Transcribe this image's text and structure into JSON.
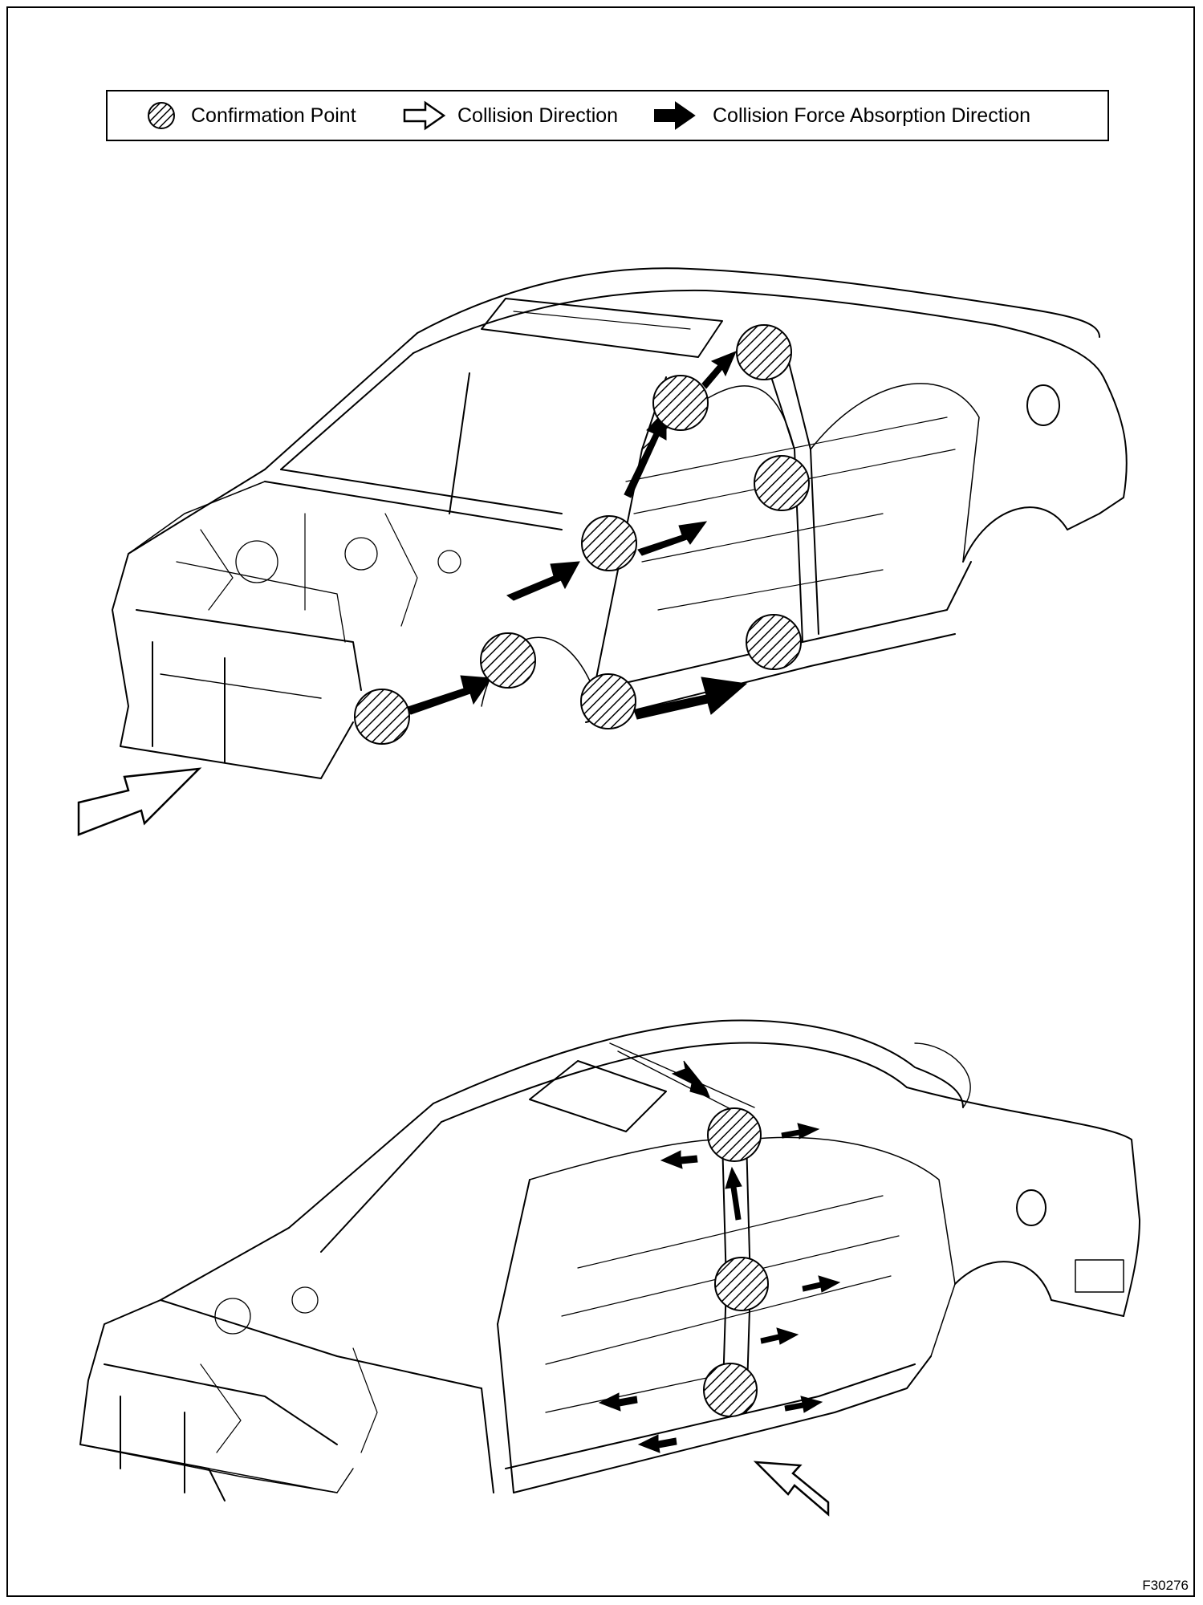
{
  "legend": {
    "items": [
      {
        "label": "Confirmation Point",
        "icon": "hatched-circle-icon"
      },
      {
        "label": "Collision Direction",
        "icon": "hollow-arrow-icon"
      },
      {
        "label": "Collision Force Absorption Direction",
        "icon": "solid-arrow-icon"
      }
    ]
  },
  "figure_id": "F30276",
  "colors": {
    "line": "#000000",
    "background": "#ffffff"
  }
}
